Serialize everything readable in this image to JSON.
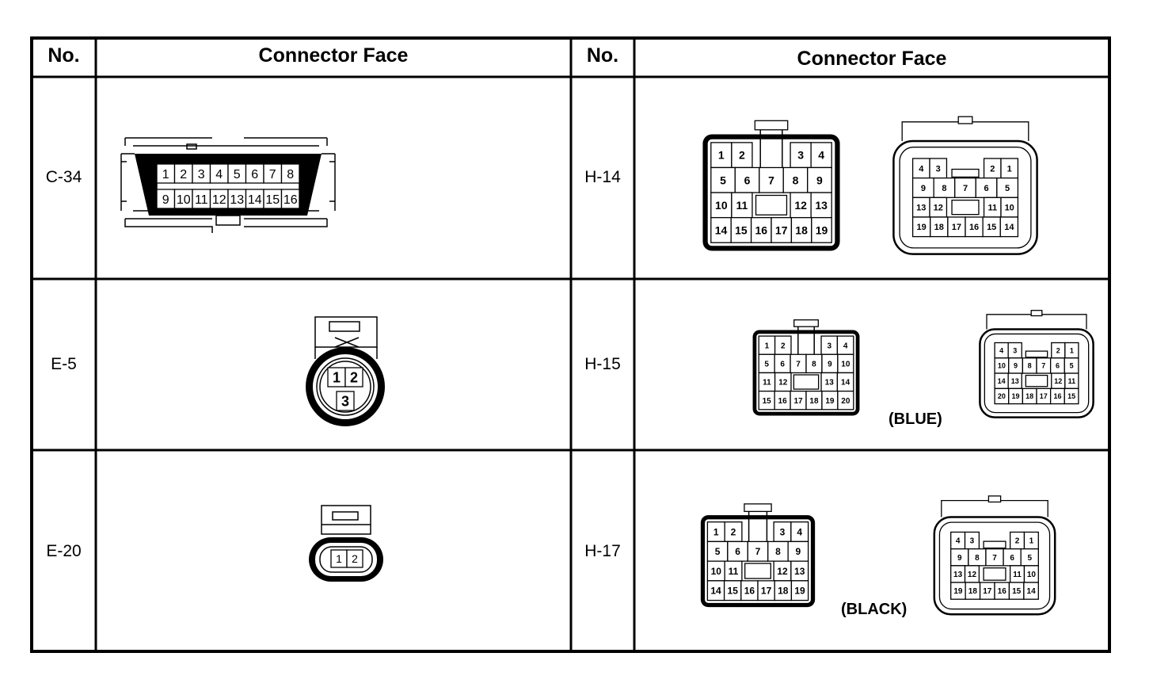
{
  "table": {
    "headers": [
      "No.",
      "Connector Face",
      "No.",
      "Connector Face"
    ],
    "rows": [
      {
        "left_no": "C-34",
        "right_no": "H-14"
      },
      {
        "left_no": "E-5",
        "right_no": "H-15"
      },
      {
        "left_no": "E-20",
        "right_no": "H-17"
      }
    ]
  },
  "connectors": {
    "c34": {
      "top": [
        "1",
        "2",
        "3",
        "4",
        "5",
        "6",
        "7",
        "8"
      ],
      "bottom": [
        "9",
        "10",
        "11",
        "12",
        "13",
        "14",
        "15",
        "16"
      ]
    },
    "e5": {
      "pins": [
        "1",
        "2",
        "3"
      ]
    },
    "e20": {
      "pins": [
        "1",
        "2"
      ]
    },
    "h14a": {
      "row1": [
        "1",
        "2",
        "3",
        "4"
      ],
      "row2": [
        "5",
        "6",
        "7",
        "8",
        "9"
      ],
      "row3": [
        "10",
        "11",
        "12",
        "13"
      ],
      "row4": [
        "14",
        "15",
        "16",
        "17",
        "18",
        "19"
      ]
    },
    "h14b": {
      "row1": [
        "4",
        "3",
        "2",
        "1"
      ],
      "row2": [
        "9",
        "8",
        "7",
        "6",
        "5"
      ],
      "row3": [
        "13",
        "12",
        "11",
        "10"
      ],
      "row4": [
        "19",
        "18",
        "17",
        "16",
        "15",
        "14"
      ]
    },
    "h15a": {
      "row1": [
        "1",
        "2",
        "3",
        "4"
      ],
      "row2": [
        "5",
        "6",
        "7",
        "8",
        "9",
        "10"
      ],
      "row3": [
        "11",
        "12",
        "13",
        "14"
      ],
      "row4": [
        "15",
        "16",
        "17",
        "18",
        "19",
        "20"
      ]
    },
    "h15b": {
      "row1": [
        "4",
        "3",
        "2",
        "1"
      ],
      "row2": [
        "10",
        "9",
        "8",
        "7",
        "6",
        "5"
      ],
      "row3": [
        "14",
        "13",
        "12",
        "11"
      ],
      "row4": [
        "20",
        "19",
        "18",
        "17",
        "16",
        "15"
      ]
    },
    "h15_note": "(BLUE)",
    "h17a": {
      "row1": [
        "1",
        "2",
        "3",
        "4"
      ],
      "row2": [
        "5",
        "6",
        "7",
        "8",
        "9"
      ],
      "row3": [
        "10",
        "11",
        "12",
        "13"
      ],
      "row4": [
        "14",
        "15",
        "16",
        "17",
        "18",
        "19"
      ]
    },
    "h17b": {
      "row1": [
        "4",
        "3",
        "2",
        "1"
      ],
      "row2": [
        "9",
        "8",
        "7",
        "6",
        "5"
      ],
      "row3": [
        "13",
        "12",
        "11",
        "10"
      ],
      "row4": [
        "19",
        "18",
        "17",
        "16",
        "15",
        "14"
      ]
    },
    "h17_note": "(BLACK)"
  }
}
